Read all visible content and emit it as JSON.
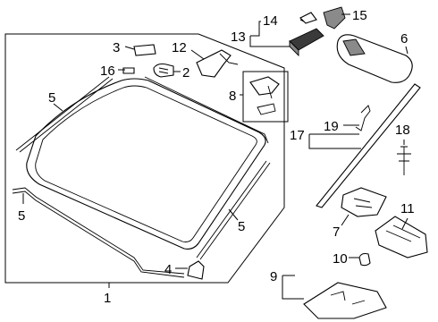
{
  "diagram": {
    "callouts": [
      {
        "id": "c1",
        "text": "1"
      },
      {
        "id": "c2",
        "text": "2"
      },
      {
        "id": "c3",
        "text": "3"
      },
      {
        "id": "c4",
        "text": "4"
      },
      {
        "id": "c5a",
        "text": "5"
      },
      {
        "id": "c5b",
        "text": "5"
      },
      {
        "id": "c5c",
        "text": "5"
      },
      {
        "id": "c6",
        "text": "6"
      },
      {
        "id": "c7",
        "text": "7"
      },
      {
        "id": "c8",
        "text": "8"
      },
      {
        "id": "c9",
        "text": "9"
      },
      {
        "id": "c10",
        "text": "10"
      },
      {
        "id": "c11",
        "text": "11"
      },
      {
        "id": "c12",
        "text": "12"
      },
      {
        "id": "c13",
        "text": "13"
      },
      {
        "id": "c14",
        "text": "14"
      },
      {
        "id": "c15",
        "text": "15"
      },
      {
        "id": "c16",
        "text": "16"
      },
      {
        "id": "c17",
        "text": "17"
      },
      {
        "id": "c18",
        "text": "18"
      },
      {
        "id": "c19",
        "text": "19"
      }
    ]
  }
}
